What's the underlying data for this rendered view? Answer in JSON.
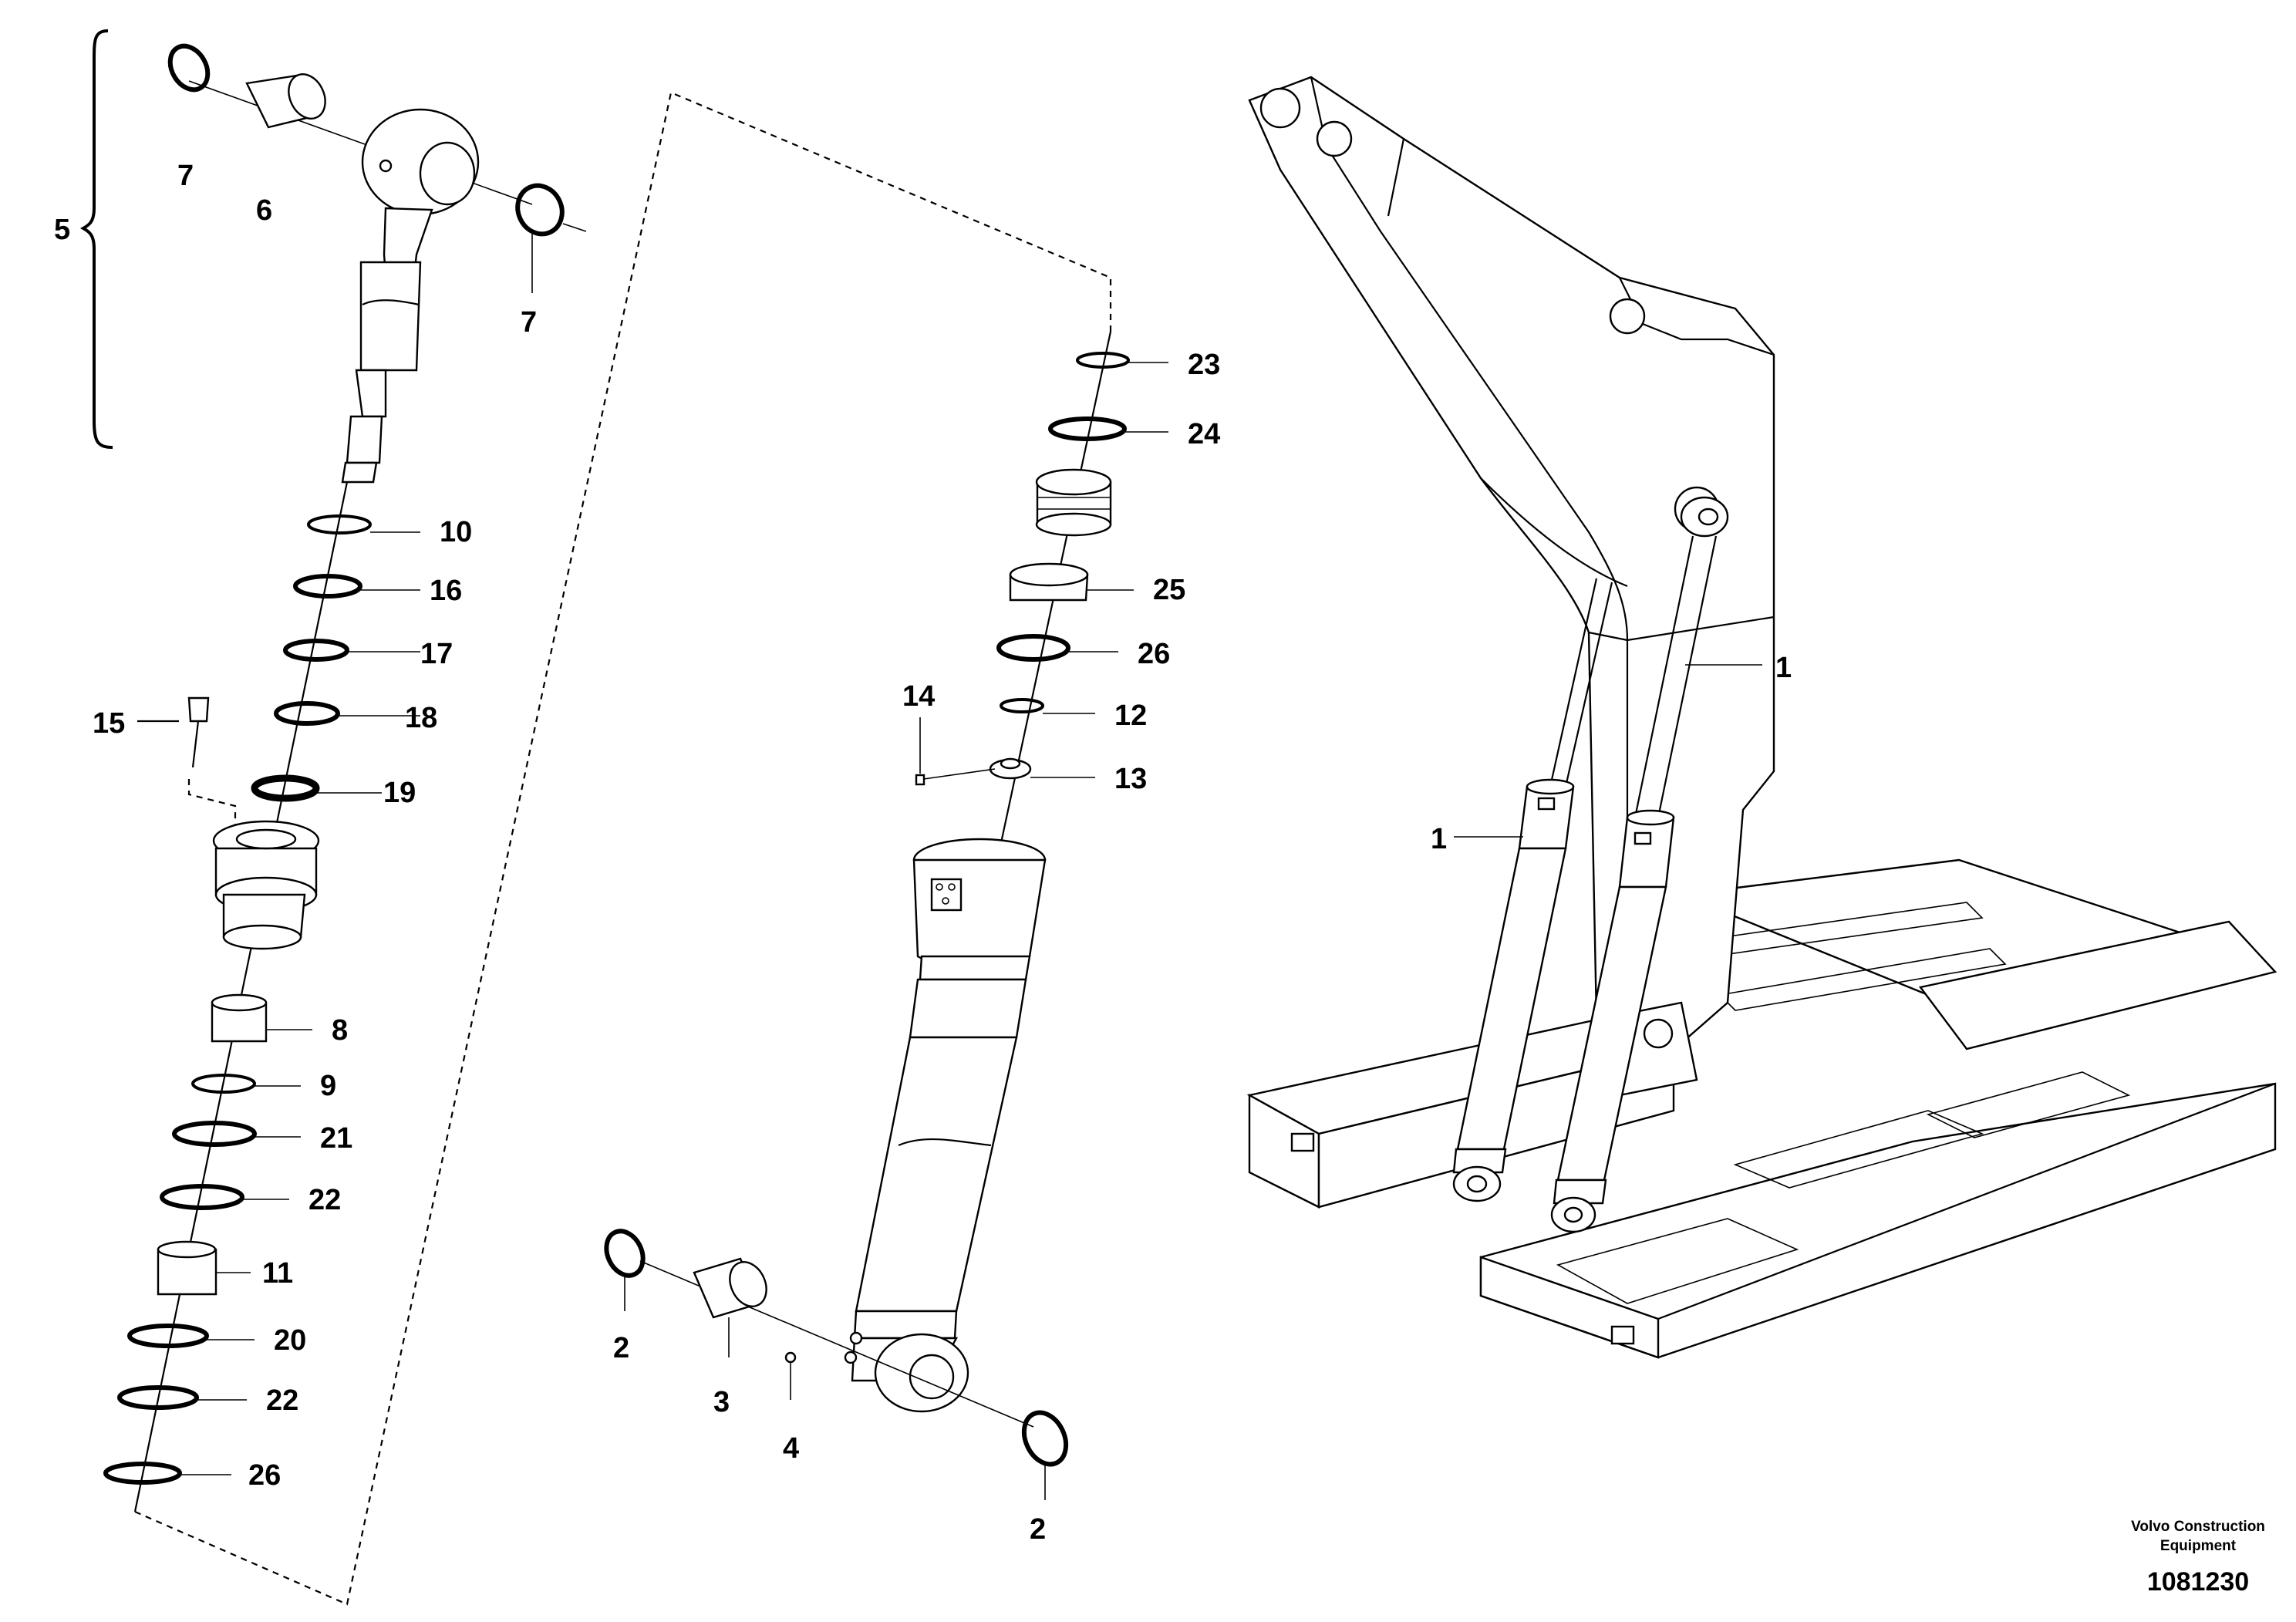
{
  "diagram": {
    "kit_label": "5",
    "callouts": [
      "1",
      "1",
      "2",
      "2",
      "3",
      "4",
      "6",
      "7",
      "7",
      "8",
      "9",
      "10",
      "11",
      "12",
      "13",
      "14",
      "15",
      "16",
      "17",
      "18",
      "19",
      "20",
      "21",
      "22",
      "22",
      "23",
      "24",
      "25",
      "26",
      "26"
    ]
  },
  "footer": {
    "company_line1": "Volvo Construction",
    "company_line2": "Equipment",
    "document_number": "1081230"
  }
}
